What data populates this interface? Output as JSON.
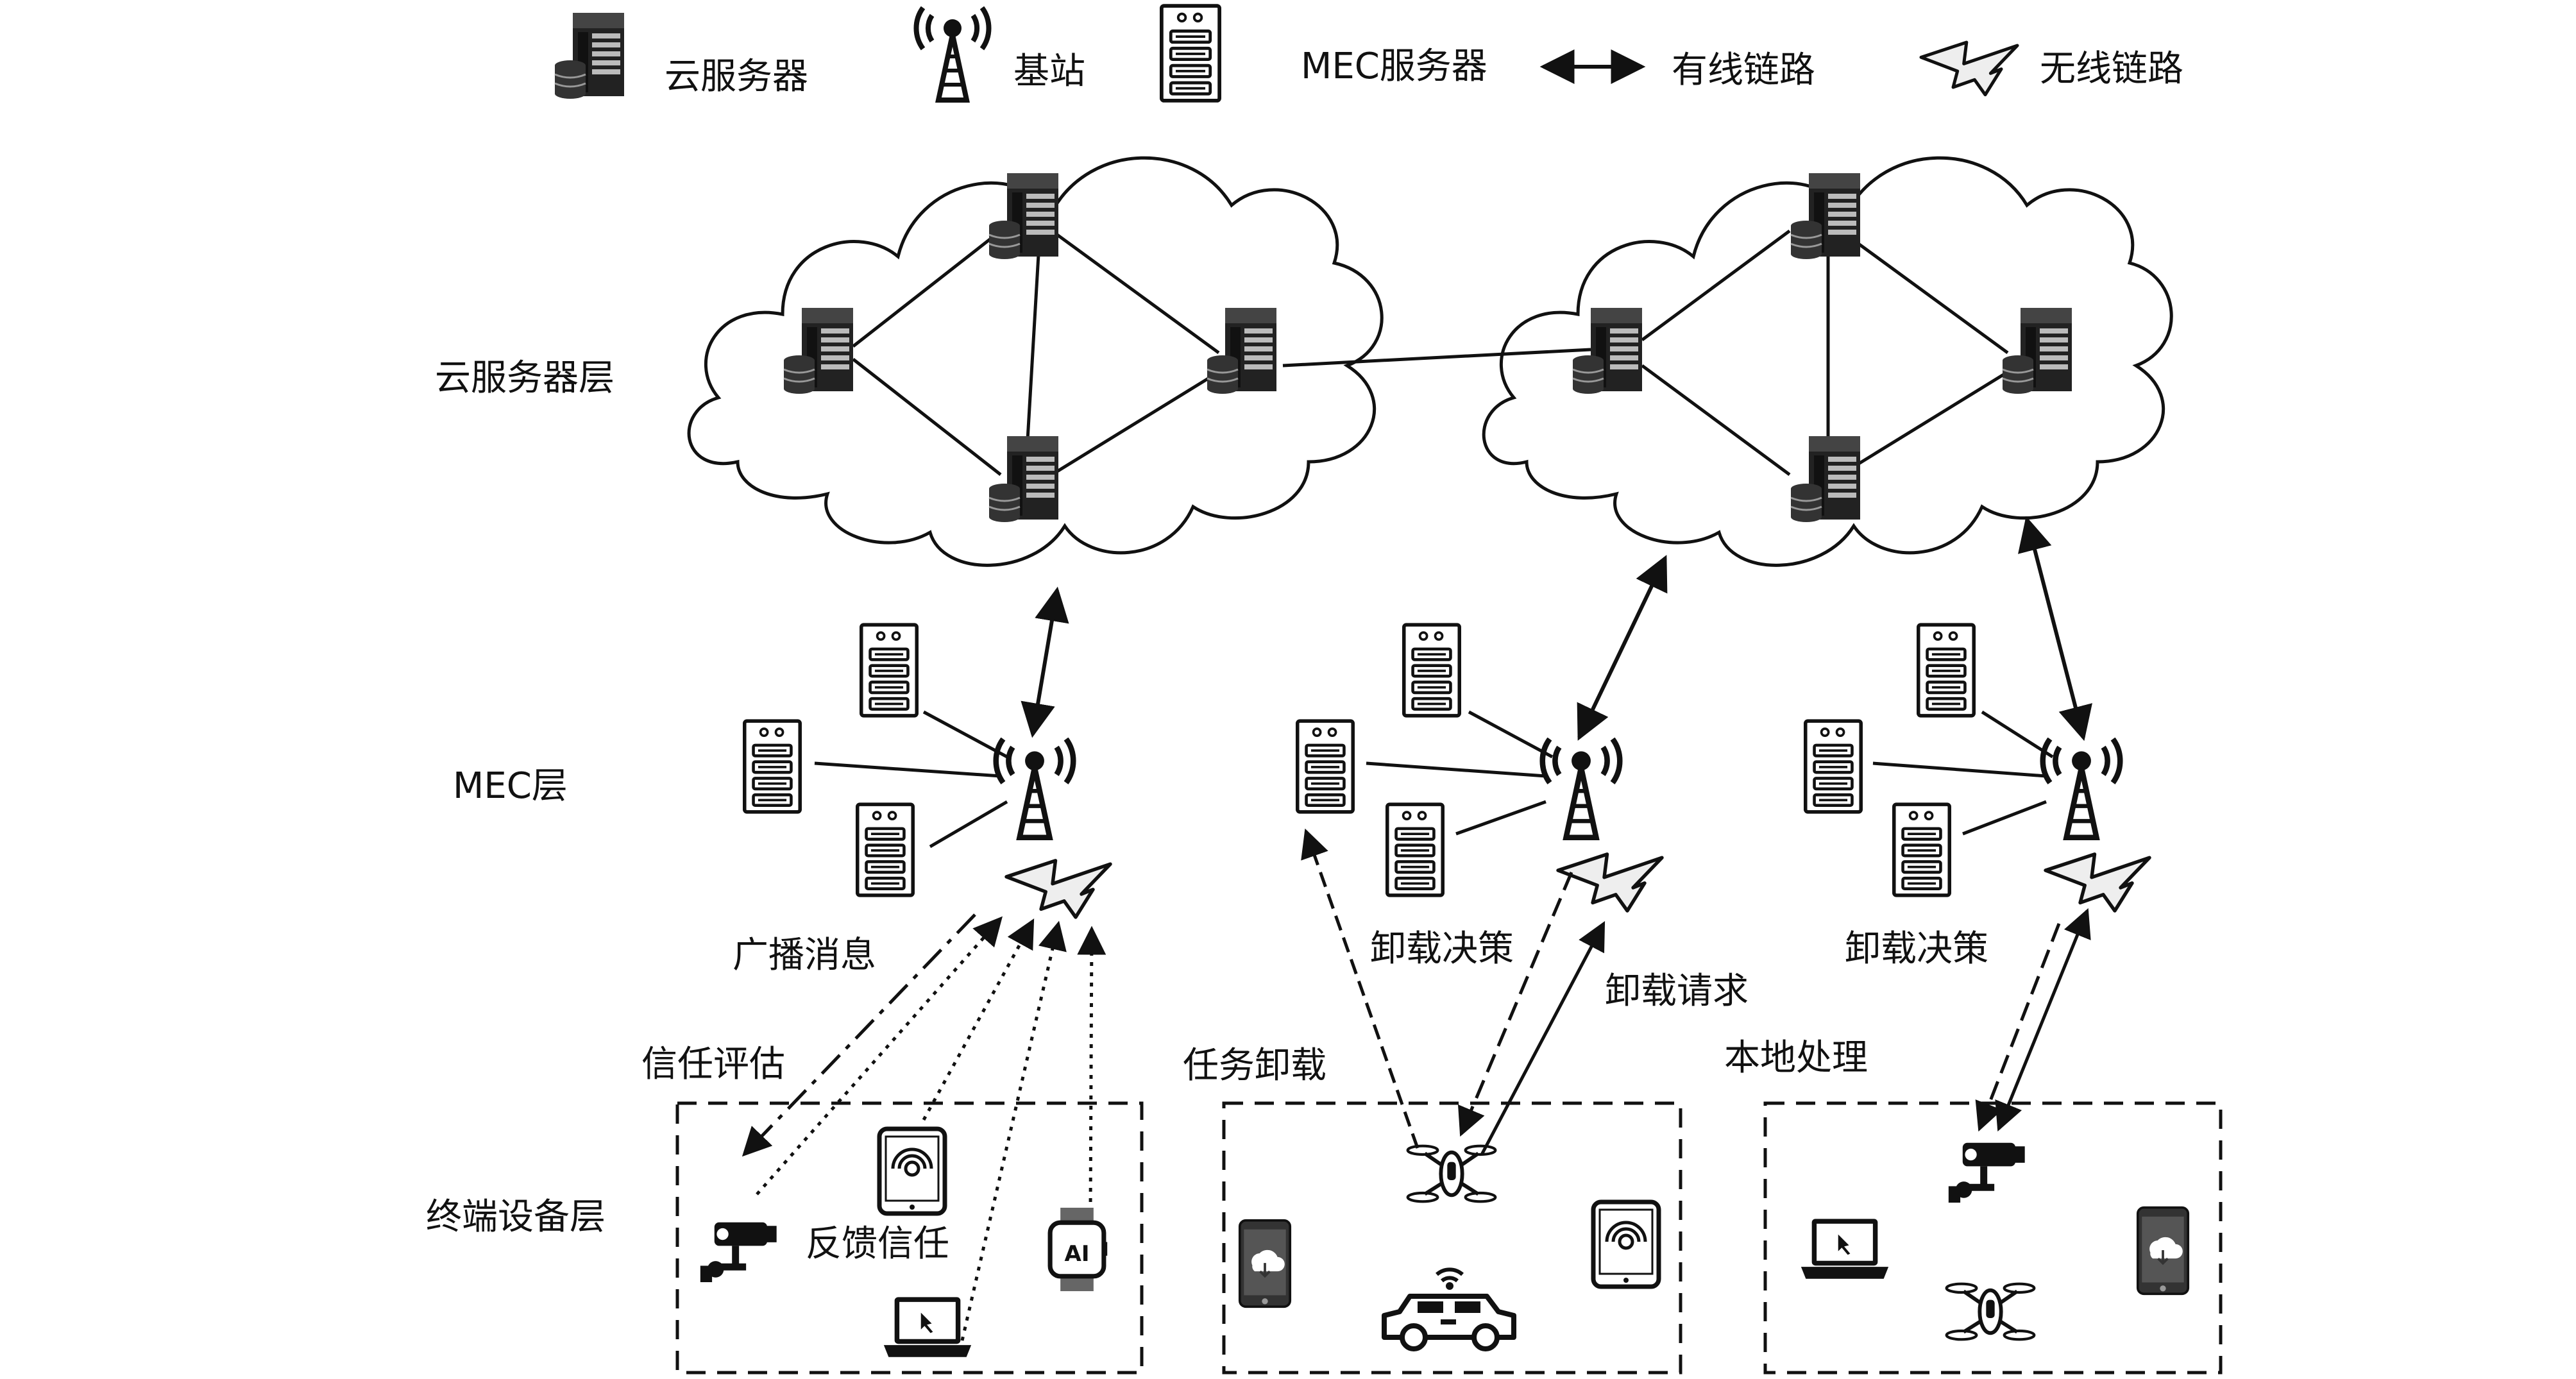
{
  "legend": {
    "cloud_server": "云服务器",
    "base_station": "基站",
    "mec_server": "MEC服务器",
    "wired_link": "有线链路",
    "wireless_link": "无线链路"
  },
  "layers": {
    "cloud": "云服务器层",
    "mec": "MEC层",
    "terminal": "终端设备层"
  },
  "annotations": {
    "broadcast": "广播消息",
    "trust_eval": "信任评估",
    "feedback_trust": "反馈信任",
    "offload_decision_1": "卸载决策",
    "offload_request": "卸载请求",
    "task_offload": "任务卸载",
    "offload_decision_2": "卸载决策",
    "local_processing": "本地处理"
  },
  "device_text": {
    "ai_badge": "AI"
  },
  "icons": {
    "cloud_server": "server-rack-icon",
    "base_station": "antenna-tower-icon",
    "mec_server": "mec-server-icon",
    "wired_link": "double-arrow-icon",
    "wireless_link": "lightning-bolt-icon",
    "devices": [
      "camera-icon",
      "tablet-icon",
      "laptop-icon",
      "smartwatch-icon",
      "phone-icon",
      "drone-icon",
      "car-icon"
    ]
  }
}
